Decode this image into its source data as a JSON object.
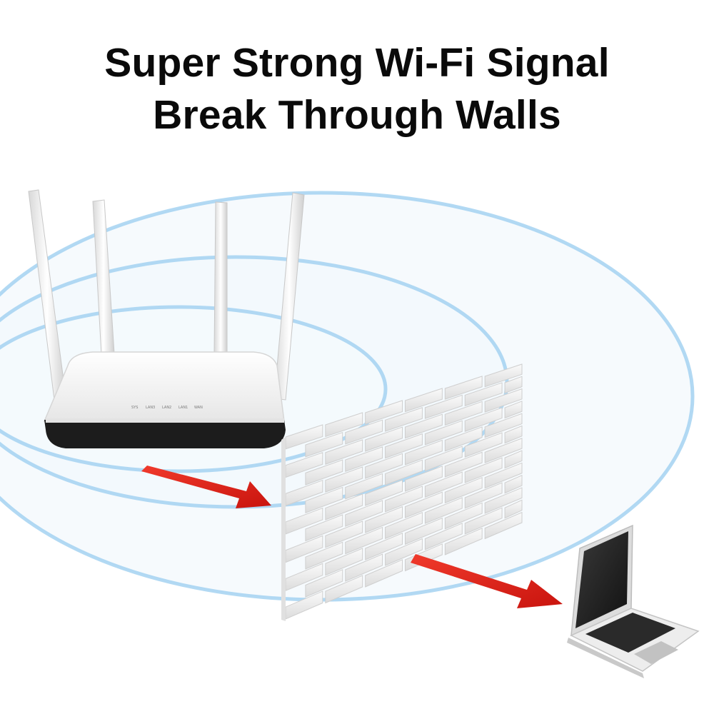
{
  "headline": {
    "line1": "Super Strong Wi-Fi Signal",
    "line2": "Break Through Walls"
  },
  "router": {
    "port_labels": [
      "SYS",
      "LAN3",
      "LAN2",
      "LAN1",
      "WAN"
    ]
  },
  "colors": {
    "signal_ring": "#8ec6ec",
    "signal_fill": "#e9f3fb",
    "arrow": "#e8231b",
    "brick": "#f2f2f2",
    "router_body": "#f4f4f4",
    "router_base": "#1a1a1a"
  },
  "icons": [
    "router-icon",
    "brick-wall-icon",
    "laptop-icon",
    "arrow-icon"
  ]
}
